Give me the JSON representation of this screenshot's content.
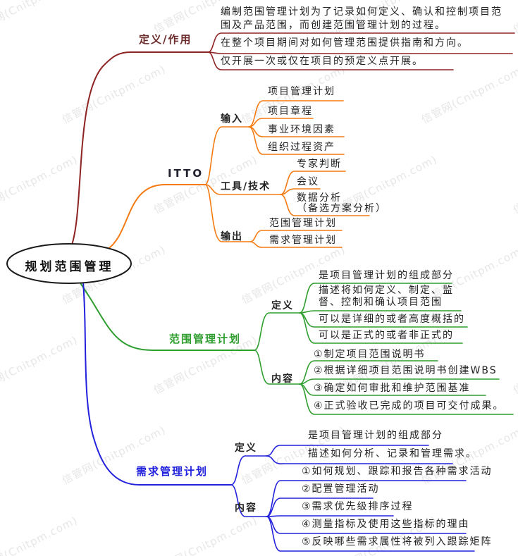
{
  "watermark": {
    "text": "信管网(Cnitpm.com)"
  },
  "colors": {
    "definition_branch": "#8e2323",
    "itto_branch": "#f57a11",
    "scope_plan_branch": "#2f9e2f",
    "req_plan_branch": "#2222dd",
    "node_text": "#222222"
  },
  "root": {
    "label": "规划范围管理"
  },
  "branches": {
    "definition": {
      "label": "定义/作用",
      "items": [
        "编制范围管理计划为了记录如何定义、确认和控制项目范\n围及产品范围，而创建范围管理计划的过程。",
        "在整个项目期间对如何管理范围提供指南和方向。",
        "仅开展一次或仅在项目的预定义点开展。"
      ]
    },
    "itto": {
      "label": "ITTO",
      "groups": [
        {
          "label": "输入",
          "items": [
            "项目管理计划",
            "项目章程",
            "事业环境因素",
            "组织过程资产"
          ]
        },
        {
          "label": "工具/技术",
          "items": [
            "专家判断",
            "会议",
            "数据分析\n（备选方案分析）"
          ]
        },
        {
          "label": "输出",
          "items": [
            "范围管理计划",
            "需求管理计划"
          ]
        }
      ]
    },
    "scope_plan": {
      "label": "范围管理计划",
      "groups": [
        {
          "label": "定义",
          "items": [
            "是项目管理计划的组成部分",
            "描述将如何定义、制定、监\n督、控制和确认项目范围",
            "可以是详细的或者高度概括的",
            "可以是正式的或者非正式的"
          ]
        },
        {
          "label": "内容",
          "items": [
            "①制定项目范围说明书",
            "②根据详细项目范围说明书创建WBS",
            "③确定如何审批和维护范围基准",
            "④正式验收已完成的项目可交付成果。"
          ]
        }
      ]
    },
    "req_plan": {
      "label": "需求管理计划",
      "groups": [
        {
          "label": "定义",
          "items": [
            "是项目管理计划的组成部分",
            "描述如何分析、记录和管理需求。"
          ]
        },
        {
          "label": "内容",
          "items": [
            "①如何规划、跟踪和报告各种需求活动",
            "②配置管理活动",
            "③需求优先级排序过程",
            "④测量指标及使用这些指标的理由",
            "⑤反映哪些需求属性将被列入跟踪矩阵"
          ]
        }
      ]
    }
  }
}
